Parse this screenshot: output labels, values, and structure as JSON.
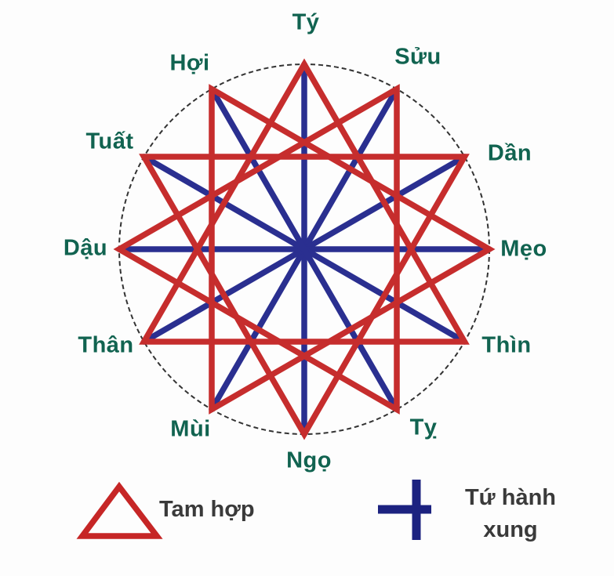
{
  "diagram": {
    "signs": [
      {
        "label": "Tý"
      },
      {
        "label": "Sửu"
      },
      {
        "label": "Dần"
      },
      {
        "label": "Mẹo"
      },
      {
        "label": "Thìn"
      },
      {
        "label": "Tỵ"
      },
      {
        "label": "Ngọ"
      },
      {
        "label": "Mùi"
      },
      {
        "label": "Thân"
      },
      {
        "label": "Dậu"
      },
      {
        "label": "Tuất"
      },
      {
        "label": "Hợi"
      }
    ],
    "tam_hop_groups": [
      [
        "Tý",
        "Thìn",
        "Thân"
      ],
      [
        "Sửu",
        "Tỵ",
        "Dậu"
      ],
      [
        "Dần",
        "Ngọ",
        "Tuất"
      ],
      [
        "Mẹo",
        "Mùi",
        "Hợi"
      ]
    ],
    "tu_hanh_xung_pairs": [
      [
        "Tý",
        "Ngọ"
      ],
      [
        "Sửu",
        "Mùi"
      ],
      [
        "Dần",
        "Thân"
      ],
      [
        "Mẹo",
        "Dậu"
      ],
      [
        "Thìn",
        "Tuất"
      ],
      [
        "Tỵ",
        "Hợi"
      ]
    ],
    "colors": {
      "tam_hop_red": "#c62d2d",
      "tu_hanh_xung_blue": "#2a2f90",
      "label_green": "#116350",
      "circle_black": "#333333",
      "legend_text_gray": "#3a3a3a",
      "legend_cross_blue": "#1c2280",
      "legend_triangle_red": "#c62626"
    }
  },
  "legend": {
    "tam_hop_label": "Tam hợp",
    "tu_hanh_xung_label_line1": "Tứ hành",
    "tu_hanh_xung_label_line2": "xung"
  }
}
